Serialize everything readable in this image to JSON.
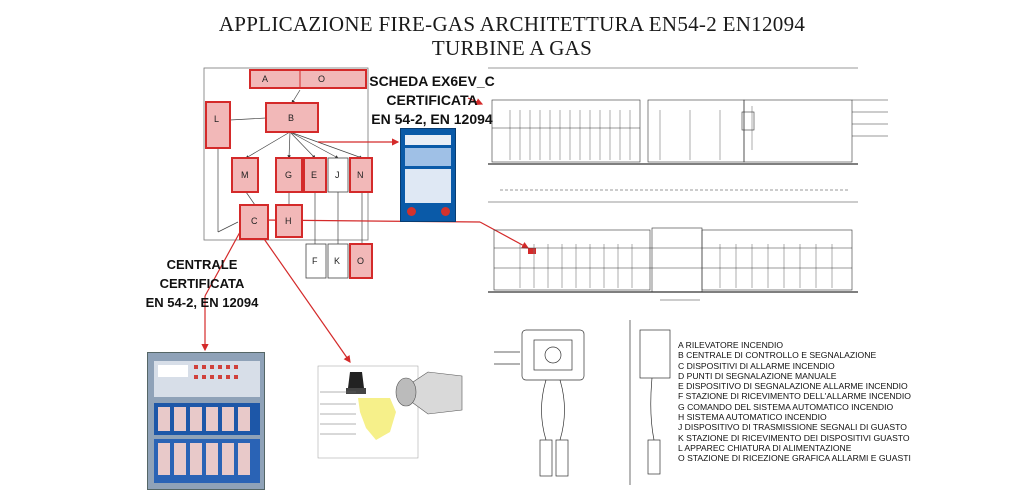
{
  "title_line1": "APPLICAZIONE FIRE-GAS ARCHITETTURA  EN54-2 EN12094",
  "title_line2": "TURBINE A GAS",
  "scheda_label": [
    "SCHEDA EX6EV_C",
    "CERTIFICATA",
    "EN 54-2, EN 12094"
  ],
  "centrale_label": [
    "CENTRALE",
    "CERTIFICATA",
    "EN 54-2, EN 12094"
  ],
  "boxes": {
    "A": "A",
    "O_top": "O",
    "L": "L",
    "B": "B",
    "M": "M",
    "G": "G",
    "E": "E",
    "J": "J",
    "N": "N",
    "C": "C",
    "H": "H",
    "F": "F",
    "K": "K",
    "O_bottom": "O"
  },
  "legend": [
    "A RILEVATORE INCENDIO",
    "B CENTRALE DI CONTROLLO E SEGNALAZIONE",
    "C DISPOSITIVI DI ALLARME INCENDIO",
    "D PUNTI DI SEGNALAZIONE MANUALE",
    "E DISPOSITIVO DI SEGNALAZIONE ALLARME INCENDIO",
    "F STAZIONE DI RICEVIMENTO DELL'ALLARME INCENDIO",
    "G COMANDO DEL SISTEMA AUTOMATICO INCENDIO",
    "H SISTEMA AUTOMATICO INCENDIO",
    "J DISPOSITIVO DI TRASMISSIONE SEGNALI DI GUASTO",
    "K STAZIONE DI RICEVIMENTO DEI DISPOSITIVI GUASTO",
    "L APPAREC CHIATURA DI ALIMENTAZIONE",
    "O STAZIONE DI RICEZIONE GRAFICA ALLARMI  E GUASTI"
  ],
  "colors": {
    "highlight_fill": "#f2b8b8",
    "highlight_stroke": "#d42a2a",
    "connector": "#d42a2a",
    "panel_blue": "#0a5aa8"
  }
}
